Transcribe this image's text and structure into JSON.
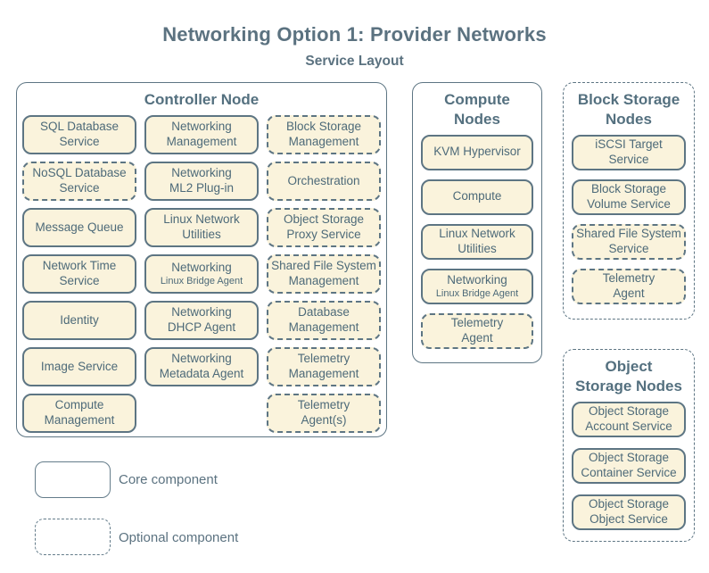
{
  "title": "Networking Option 1: Provider Networks",
  "subtitle": "Service Layout",
  "palette": {
    "box_fill": "#faf3dc",
    "stroke": "#5d7583",
    "label_text": "#4d6a79",
    "heading_text": "#54707f"
  },
  "legend": {
    "core": "Core component",
    "optional": "Optional component"
  },
  "controller": {
    "heading": "Controller Node",
    "col1": [
      {
        "label": "SQL Database\nService",
        "optional": false
      },
      {
        "label": "NoSQL Database\nService",
        "optional": true
      },
      {
        "label": "Message Queue",
        "optional": false
      },
      {
        "label": "Network Time\nService",
        "optional": false
      },
      {
        "label": "Identity",
        "optional": false
      },
      {
        "label": "Image Service",
        "optional": false
      },
      {
        "label": "Compute\nManagement",
        "optional": false
      }
    ],
    "col2": [
      {
        "label": "Networking\nManagement",
        "optional": false
      },
      {
        "label": "Networking\nML2 Plug-in",
        "optional": false
      },
      {
        "label": "Linux Network\nUtilities",
        "optional": false
      },
      {
        "label": "Networking",
        "sublabel": "Linux Bridge Agent",
        "optional": false
      },
      {
        "label": "Networking\nDHCP Agent",
        "optional": false
      },
      {
        "label": "Networking\nMetadata Agent",
        "optional": false
      }
    ],
    "col3": [
      {
        "label": "Block Storage\nManagement",
        "optional": true
      },
      {
        "label": "Orchestration",
        "optional": true
      },
      {
        "label": "Object Storage\nProxy Service",
        "optional": true
      },
      {
        "label": "Shared File System\nManagement",
        "optional": true
      },
      {
        "label": "Database\nManagement",
        "optional": true
      },
      {
        "label": "Telemetry\nManagement",
        "optional": true
      },
      {
        "label": "Telemetry\nAgent(s)",
        "optional": true
      }
    ]
  },
  "compute": {
    "heading": "Compute\nNodes",
    "items": [
      {
        "label": "KVM Hypervisor",
        "optional": false
      },
      {
        "label": "Compute",
        "optional": false
      },
      {
        "label": "Linux Network\nUtilities",
        "optional": false
      },
      {
        "label": "Networking",
        "sublabel": "Linux Bridge Agent",
        "optional": false
      },
      {
        "label": "Telemetry\nAgent",
        "optional": true
      }
    ]
  },
  "block_storage": {
    "heading": "Block Storage\nNodes",
    "optional": true,
    "items": [
      {
        "label": "iSCSI Target\nService",
        "optional": false
      },
      {
        "label": "Block Storage\nVolume Service",
        "optional": false
      },
      {
        "label": "Shared File System\nService",
        "optional": true
      },
      {
        "label": "Telemetry\nAgent",
        "optional": true
      }
    ]
  },
  "object_storage": {
    "heading": "Object\nStorage Nodes",
    "optional": true,
    "items": [
      {
        "label": "Object Storage\nAccount Service",
        "optional": false
      },
      {
        "label": "Object Storage\nContainer Service",
        "optional": false
      },
      {
        "label": "Object Storage\nObject Service",
        "optional": false
      }
    ]
  }
}
